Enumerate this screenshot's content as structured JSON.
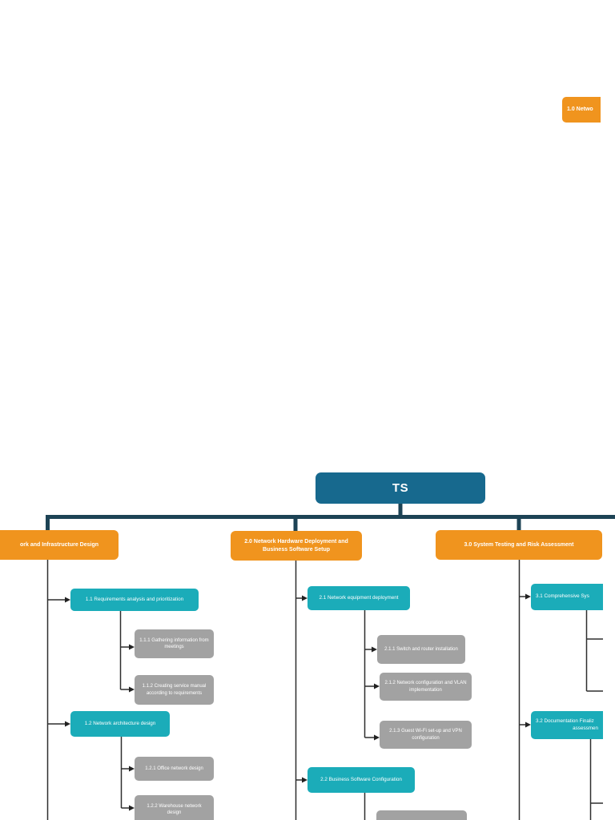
{
  "colors": {
    "orange": "#F0941E",
    "teal": "#1BACB9",
    "gray": "#A2A2A2",
    "rootblue": "#17698E",
    "thick": "#1D4355",
    "thin": "#2E2E2E",
    "textcol": "#FFFFFF"
  },
  "diagram": {
    "root": {
      "label": "TS"
    },
    "top_right_fragment": {
      "label": "1.0 Netwo"
    },
    "nodes": {
      "n1_0": {
        "label": "ork and Infrastructure Design"
      },
      "n2_0": {
        "label": "2.0 Network Hardware Deployment and Business Software Setup"
      },
      "n3_0": {
        "label": "3.0 System Testing and Risk Assessment"
      },
      "n1_1": {
        "label": "1.1 Requirements analysis and prioritization"
      },
      "n1_1_1": {
        "label": "1.1.1 Gathering information from meetings"
      },
      "n1_1_2": {
        "label": "1.1.2 Creating service manual according to requirements"
      },
      "n1_2": {
        "label": "1.2 Network architecture design"
      },
      "n1_2_1": {
        "label": "1.2.1 Office network design"
      },
      "n1_2_2": {
        "label": "1.2.2 Warehouse network design"
      },
      "n2_1": {
        "label": "2.1 Network equipment deployment"
      },
      "n2_1_1": {
        "label": "2.1.1 Switch and router installation"
      },
      "n2_1_2": {
        "label": "2.1.2 Network configuration and VLAN implementation"
      },
      "n2_1_3": {
        "label": "2.1.3 Guest Wi-Fi set-up and VPN configuration"
      },
      "n2_2": {
        "label": "2.2 Business Software Configuration"
      },
      "n2_2_1": {
        "label": ""
      },
      "n3_1": {
        "label": "3.1 Comprehensive Sys"
      },
      "n3_2": {
        "label": "3.2 Documentation Finaliz",
        "label2": "assessmen"
      }
    }
  }
}
